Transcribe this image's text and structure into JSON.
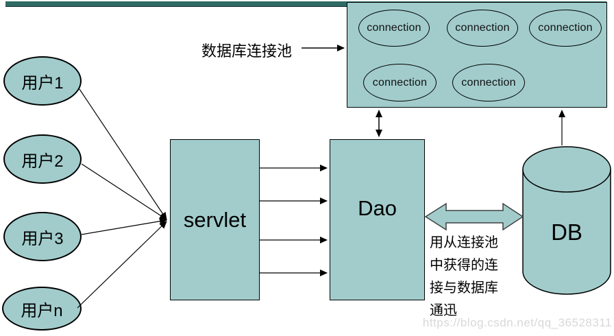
{
  "colors": {
    "shape_fill": "#a2cccc",
    "top_bar": "#2e6b64",
    "outline": "#000000",
    "block_arrow_stroke": "#404040",
    "watermark_gray": "#d8d8d8"
  },
  "top_label": {
    "text": "数据库连接池"
  },
  "pool": {
    "connections": [
      "connection",
      "connection",
      "connection",
      "connection",
      "connection"
    ]
  },
  "users": {
    "items": [
      {
        "label": "用户1"
      },
      {
        "label": "用户2"
      },
      {
        "label": "用户3"
      },
      {
        "label": "用户n"
      }
    ]
  },
  "servlet": {
    "label": "servlet"
  },
  "dao": {
    "label": "Dao"
  },
  "db": {
    "label": "DB"
  },
  "note": {
    "lines": [
      "用从连接池",
      "中获得的连",
      "接与数据库",
      "通迅"
    ]
  },
  "watermark": {
    "text": "https://blog.csdn.net/qq_36528311"
  }
}
